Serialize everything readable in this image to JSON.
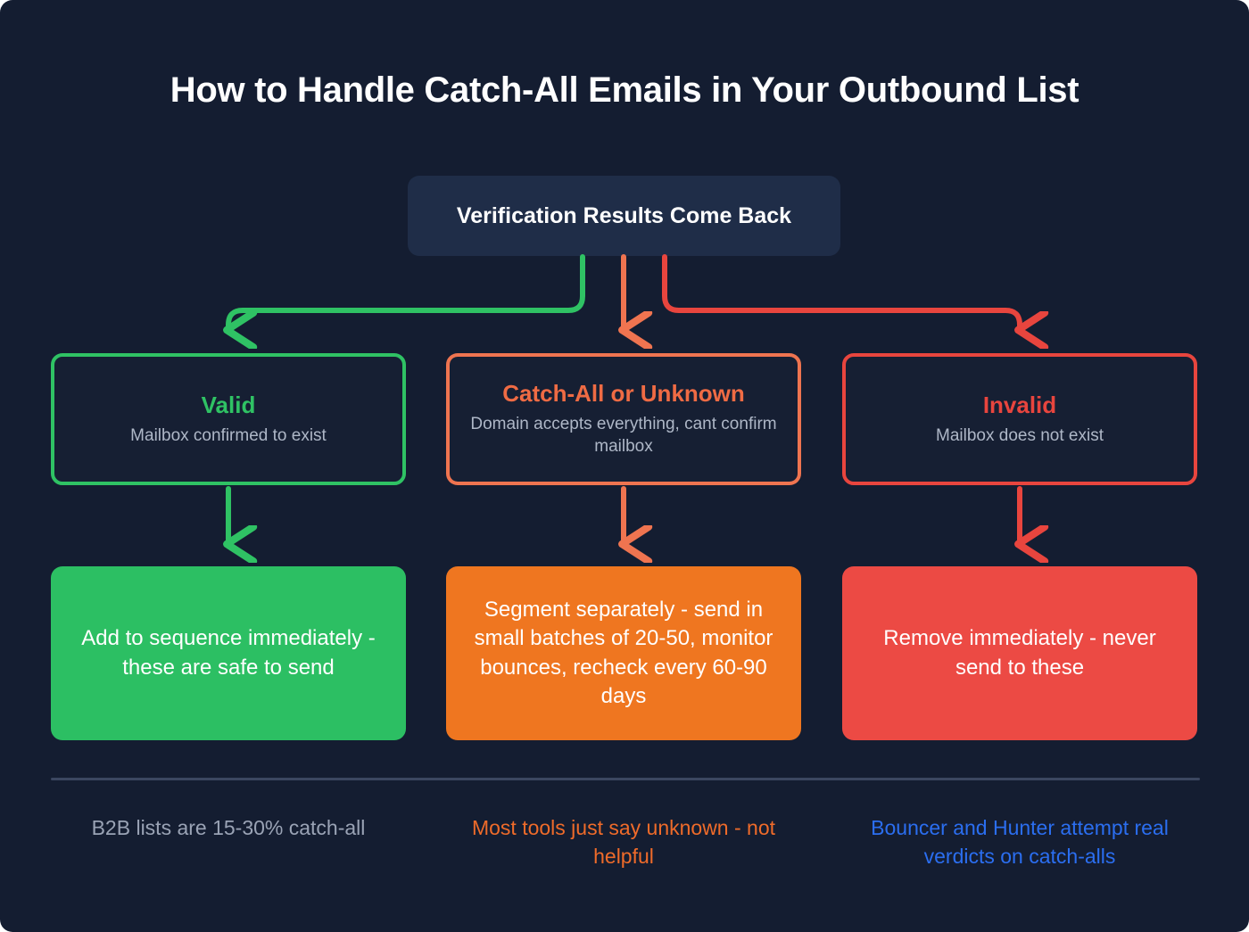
{
  "page": {
    "title": "How to Handle Catch-All Emails in Your Outbound List",
    "background_color": "#141d31"
  },
  "root_node": {
    "label": "Verification Results Come Back",
    "fill_color": "#1f2d48",
    "text_color": "#ffffff"
  },
  "categories": [
    {
      "id": "valid",
      "title": "Valid",
      "subtitle": "Mailbox confirmed to exist",
      "color": "#2fc264"
    },
    {
      "id": "catchall",
      "title": "Catch-All or Unknown",
      "subtitle": "Domain accepts everything, cant confirm mailbox",
      "color": "#ef6b44"
    },
    {
      "id": "invalid",
      "title": "Invalid",
      "subtitle": "Mailbox does not exist",
      "color": "#e8453e"
    }
  ],
  "actions": [
    {
      "id": "valid",
      "text": "Add to sequence immediately - these are safe to send",
      "fill_color": "#2cbf63"
    },
    {
      "id": "catchall",
      "text": "Segment separately - send in small batches of 20-50, monitor bounces, recheck every 60-90 days",
      "fill_color": "#ef7620"
    },
    {
      "id": "invalid",
      "text": "Remove immediately - never send to these",
      "fill_color": "#ec4a44"
    }
  ],
  "footer_notes": [
    {
      "id": "valid",
      "text": "B2B lists are 15-30% catch-all",
      "color": "#9aa3b5"
    },
    {
      "id": "catchall",
      "text": "Most tools just say unknown - not helpful",
      "color": "#ef6b2a"
    },
    {
      "id": "invalid",
      "text": "Bouncer and Hunter attempt real verdicts on catch-alls",
      "color": "#2b6ef0"
    }
  ],
  "connectors": {
    "green_color": "#2fc264",
    "orange_color": "#ef7450",
    "red_color": "#e8453e"
  }
}
